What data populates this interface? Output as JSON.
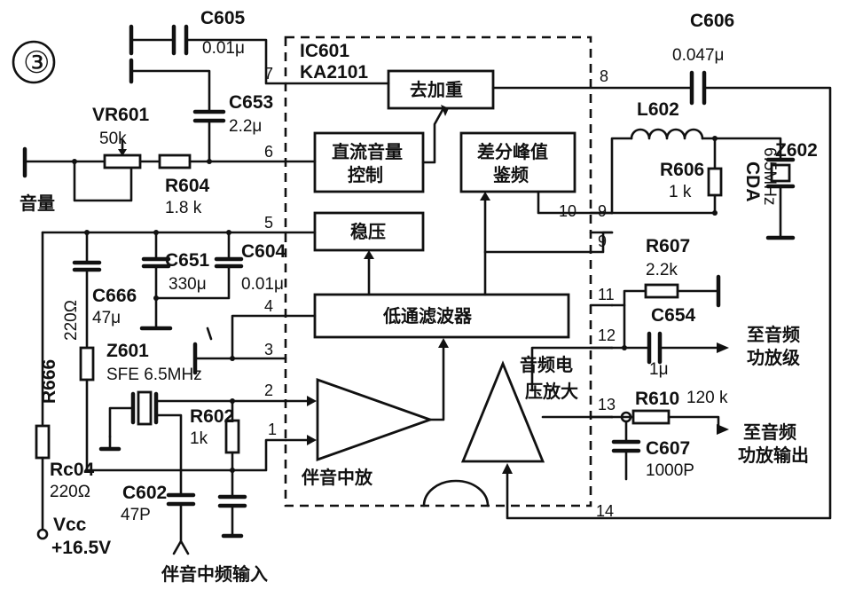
{
  "figure_number": "③",
  "ic": {
    "ref": "IC601",
    "part": "KA2101"
  },
  "blocks": {
    "deemphasis": "去加重",
    "dc_volume_line1": "直流音量",
    "dc_volume_line2": "控制",
    "diff_peak_line1": "差分峰值",
    "diff_peak_line2": "鉴频",
    "regulator": "稳压",
    "lowpass": "低通滤波器",
    "if_amp": "伴音中放",
    "audio_amp_line1": "音频电",
    "audio_amp_line2": "压放大"
  },
  "pins": [
    "7",
    "6",
    "5",
    "4",
    "3",
    "2",
    "1",
    "8",
    "10",
    "9",
    "9",
    "11",
    "12",
    "13",
    "14"
  ],
  "components": {
    "c605": {
      "ref": "C605",
      "value": "0.01μ"
    },
    "c653": {
      "ref": "C653",
      "value": "2.2μ"
    },
    "vr601": {
      "ref": "VR601",
      "value": "50k"
    },
    "r604": {
      "ref": "R604",
      "value": "1.8 k"
    },
    "c651": {
      "ref": "C651",
      "value": "330μ"
    },
    "c604": {
      "ref": "C604",
      "value": "0.01μ"
    },
    "c666": {
      "ref": "C666",
      "value": "47μ"
    },
    "r666": {
      "ref": "R666",
      "value": "220Ω"
    },
    "z601": {
      "ref": "Z601",
      "value": "SFE 6.5MHz"
    },
    "r602": {
      "ref": "R602",
      "value": "1k"
    },
    "c602": {
      "ref": "C602",
      "value": "47P"
    },
    "rc04": {
      "ref": "Rc04",
      "value": "220Ω"
    },
    "c606": {
      "ref": "C606",
      "value": "0.047μ"
    },
    "l602": {
      "ref": "L602"
    },
    "r606": {
      "ref": "R606",
      "value": "1 k"
    },
    "z602": {
      "ref": "Z602",
      "type": "CDA",
      "freq": "6.5MHz"
    },
    "r607": {
      "ref": "R607",
      "value": "2.2k"
    },
    "c654": {
      "ref": "C654",
      "value": "1μ"
    },
    "r610": {
      "ref": "R610",
      "value": "120 k"
    },
    "c607": {
      "ref": "C607",
      "value": "1000P"
    }
  },
  "labels": {
    "volume": "音量",
    "vcc": "Vcc",
    "vcc_value": "+16.5V",
    "input": "伴音中频输入",
    "out1_line1": "至音频",
    "out1_line2": "功放级",
    "out2_line1": "至音频",
    "out2_line2": "功放输出"
  }
}
